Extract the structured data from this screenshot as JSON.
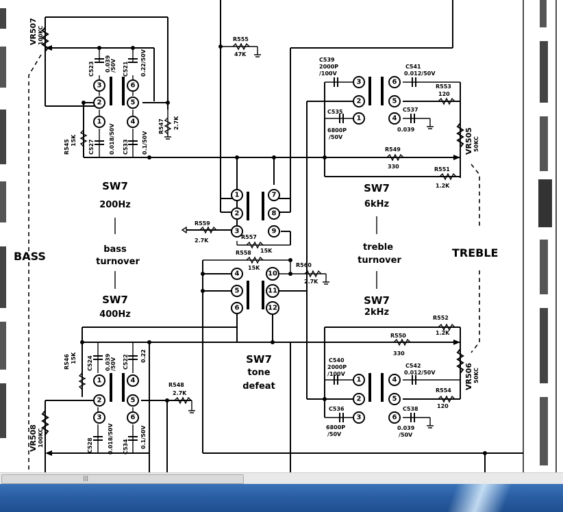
{
  "labels": {
    "bass": "BASS",
    "treble": "TREBLE",
    "sw7_a": "SW7",
    "hz200": "200Hz",
    "bass_word": "bass",
    "turnover_a": "turnover",
    "sw7_b": "SW7",
    "hz400": "400Hz",
    "sw7_c": "SW7",
    "khz6": "6kHz",
    "treble_word": "treble",
    "turnover_b": "turnover",
    "sw7_d": "SW7",
    "khz2": "2kHz",
    "sw7_e": "SW7",
    "tone": "tone",
    "defeat": "defeat"
  },
  "components": {
    "vr507": "VR507",
    "vr507_val": "100KC",
    "vr505": "VR505",
    "vr505_val": "50KC",
    "vr506": "VR506",
    "vr506_val": "50KC",
    "vr508": "VR508",
    "vr508_val": "100KC",
    "r555": "R555",
    "r555_val": "47K",
    "r545": "R545",
    "r545_val": "15K",
    "r547": "R547",
    "r547_val": "2.7K",
    "r549": "R549",
    "r549_val": "330",
    "r551": "R551",
    "r551_val": "1.2K",
    "r553": "R553",
    "r553_val": "120",
    "r559": "R559",
    "r559_val": "2.7K",
    "r557": "R557",
    "r557_val": "15K",
    "r558": "R558",
    "r558_val": "15K",
    "r560": "R560",
    "r560_val": "2.7K",
    "r546": "R546",
    "r546_val": "15K",
    "r548": "R548",
    "r548_val": "2.7K",
    "r550": "R550",
    "r550_val": "330",
    "r552": "R552",
    "r552_val": "1.2K",
    "r554": "R554",
    "r554_val": "120",
    "c523": "C523",
    "c523_val1": "0.039",
    "c523_val2": "/50V",
    "c521": "C521",
    "c521_val": "0.22/50V",
    "c527": "C527",
    "c527_val": "0.018/50V",
    "c533": "C533",
    "c533_val": "0.1/50V",
    "c539": "C539",
    "c539_val1": "2000P",
    "c539_val2": "/100V",
    "c541": "C541",
    "c541_val": "0.012/50V",
    "c535": "C535",
    "c535_val1": "6800P",
    "c535_val2": "/50V",
    "c537": "C537",
    "c537_val": "0.039",
    "c524": "C524",
    "c524_val1": "0.039",
    "c524_val2": "/50V",
    "c522": "C522",
    "c522_val": "0.22",
    "c528": "C528",
    "c528_val": "0.018/50V",
    "c534": "C534",
    "c534_val": "0.1/50V",
    "c540": "C540",
    "c540_val1": "2000P",
    "c540_val2": "/100V",
    "c542": "C542",
    "c542_val": "0.012/50V",
    "c536": "C536",
    "c536_val1": "6800P",
    "c536_val2": "/50V",
    "c538": "C538",
    "c538_val1": "0.039",
    "c538_val2": "/50V"
  },
  "pins": [
    "1",
    "2",
    "3",
    "4",
    "5",
    "6",
    "7",
    "8",
    "9",
    "10",
    "11",
    "12"
  ]
}
